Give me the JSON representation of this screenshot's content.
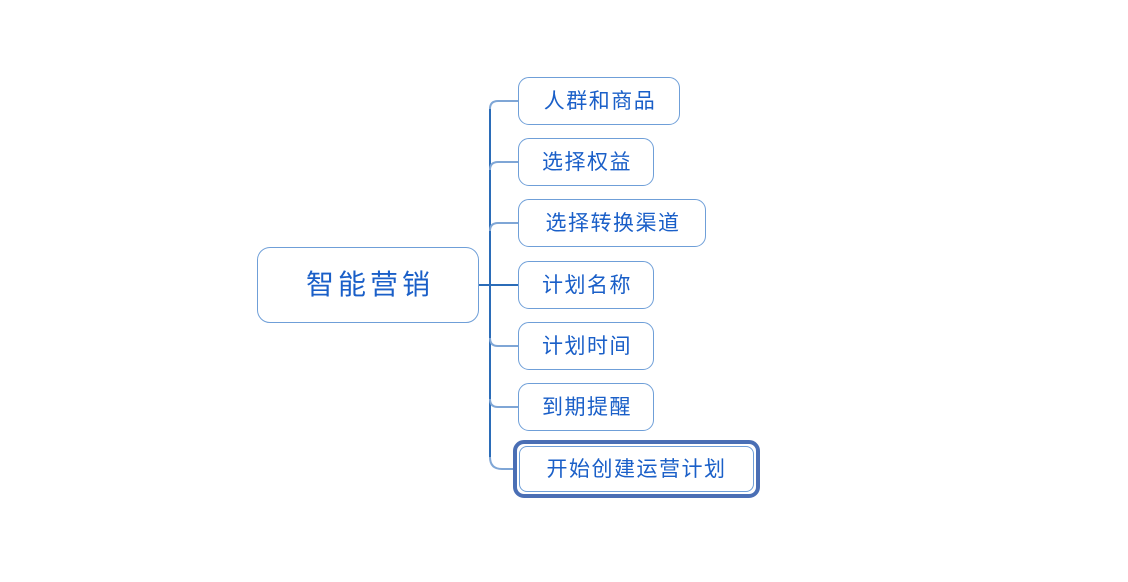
{
  "diagram": {
    "type": "mind-map",
    "title": "智能营销",
    "orientation": "left-root-right-children",
    "colors": {
      "node_border": "#6f9fd8",
      "node_text": "#1a5fc8",
      "connector": "#2b6cb8",
      "connector_light": "#7fa6d6",
      "selected_frame": "#4a6fb5",
      "background": "#ffffff"
    },
    "root": {
      "label": "智能营销"
    },
    "children": [
      {
        "label": "人群和商品",
        "selected": false
      },
      {
        "label": "选择权益",
        "selected": false
      },
      {
        "label": "选择转换渠道",
        "selected": false
      },
      {
        "label": "计划名称",
        "selected": false
      },
      {
        "label": "计划时间",
        "selected": false
      },
      {
        "label": "到期提醒",
        "selected": false
      },
      {
        "label": "开始创建运营计划",
        "selected": true
      }
    ]
  }
}
